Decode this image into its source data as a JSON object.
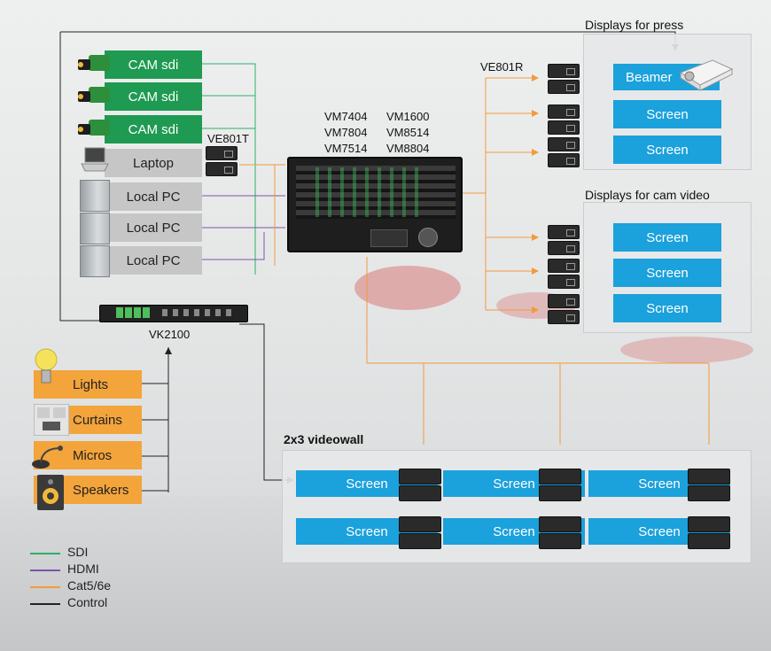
{
  "sources": [
    {
      "label": "CAM sdi",
      "kind": "camera"
    },
    {
      "label": "CAM sdi",
      "kind": "camera"
    },
    {
      "label": "CAM sdi",
      "kind": "camera"
    },
    {
      "label": "Laptop",
      "kind": "laptop"
    },
    {
      "label": "Local PC",
      "kind": "pc"
    },
    {
      "label": "Local PC",
      "kind": "pc"
    },
    {
      "label": "Local PC",
      "kind": "pc"
    }
  ],
  "transmitter_label": "VE801T",
  "receiver_label": "VE801R",
  "matrix_models": [
    "VM7404",
    "VM1600",
    "VM7804",
    "VM8514",
    "VM7514",
    "VM8804"
  ],
  "controller_label": "VK2100",
  "press_panel": {
    "title": "Displays for press",
    "items": [
      "Beamer",
      "Screen",
      "Screen"
    ]
  },
  "cam_panel": {
    "title": "Displays for cam video",
    "items": [
      "Screen",
      "Screen",
      "Screen"
    ]
  },
  "videowall": {
    "title": "2x3 videowall",
    "rows": [
      [
        "Screen",
        "Screen",
        "Screen"
      ],
      [
        "Screen",
        "Screen",
        "Screen"
      ]
    ]
  },
  "controlled_devices": [
    "Lights",
    "Curtains",
    "Micros",
    "Speakers"
  ],
  "legend": [
    {
      "label": "SDI",
      "color": "#2fae6a"
    },
    {
      "label": "HDMI",
      "color": "#7a55a8"
    },
    {
      "label": "Cat5/6e",
      "color": "#f39a3a"
    },
    {
      "label": "Control",
      "color": "#222222"
    }
  ],
  "colors": {
    "sdi": "#2fae6a",
    "hdmi": "#7a55a8",
    "cat": "#f39a3a",
    "control": "#222222",
    "screen_blue": "#1ba1dc",
    "source_green": "#1f9a52",
    "device_orange": "#f3a43b"
  }
}
